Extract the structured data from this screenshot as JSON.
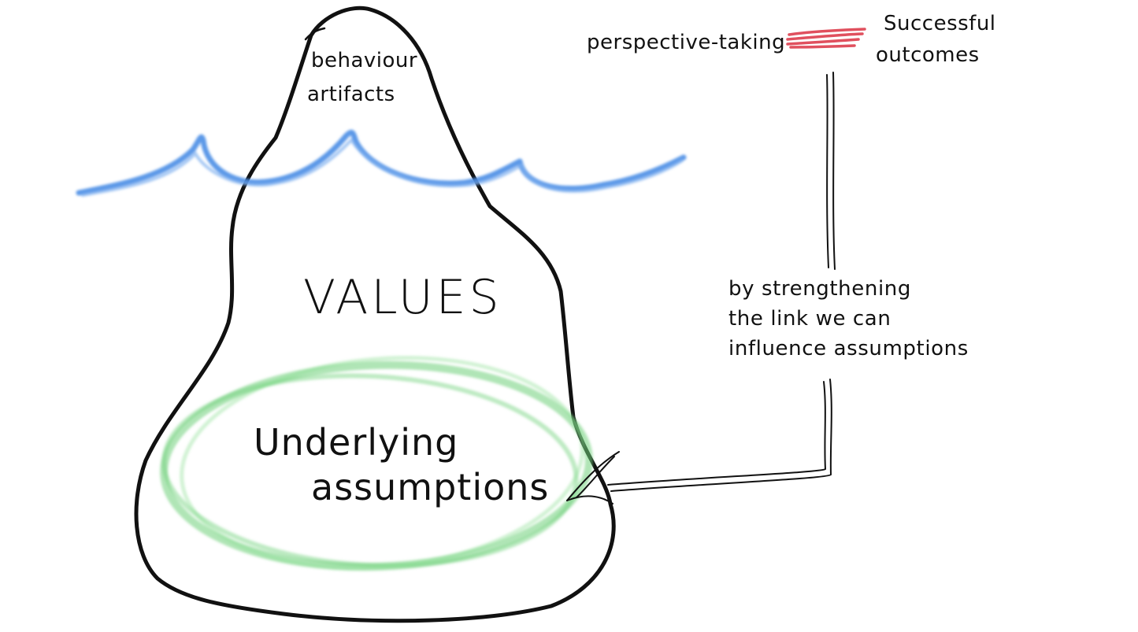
{
  "iceberg": {
    "tip_line1": "behaviour",
    "tip_line2": "artifacts",
    "middle": "VALUES",
    "base_line1": "Underlying",
    "base_line2": "assumptions"
  },
  "annotations": {
    "left_term": "perspective-taking",
    "right_term_line1": "Successful",
    "right_term_line2": "outcomes",
    "note_line1": "by strengthening",
    "note_line2": "the link we can",
    "note_line3": "influence assumptions"
  },
  "colors": {
    "ink": "#111111",
    "water": "#4a8ee6",
    "ellipse": "#6fd07a",
    "link": "#e0505e"
  }
}
